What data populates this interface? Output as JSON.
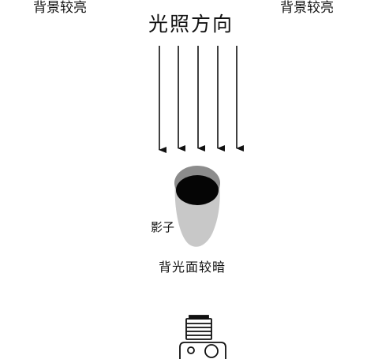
{
  "labels": {
    "background_left": "背景较亮",
    "background_right": "背景较亮",
    "light_direction": "光照方向",
    "shadow": "影子",
    "backlit_side": "背光面较暗"
  },
  "icons": {
    "light_rays": "downward-arrow-icon",
    "subject": "ball-with-shadow-icon",
    "camera": "camera-icon"
  },
  "colors": {
    "ink": "#111111",
    "shadow_gray": "#c8c8c8",
    "ball_dark": "#050505",
    "ball_mid": "#8c8c8c"
  }
}
